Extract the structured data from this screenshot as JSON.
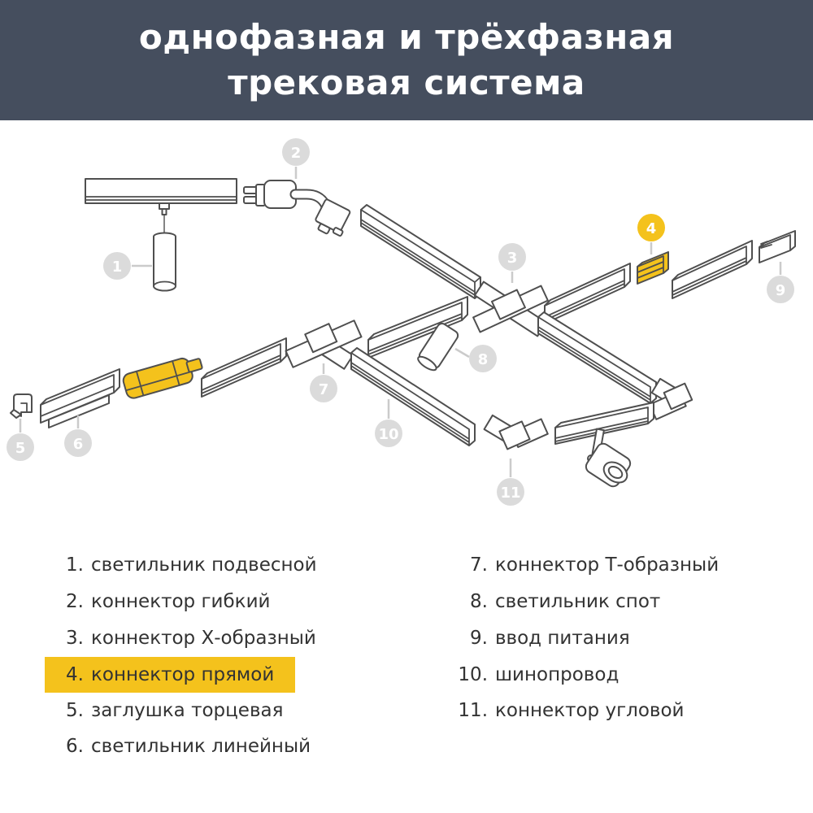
{
  "header": {
    "line1": "однофазная и трёхфазная",
    "line2": "трековая система"
  },
  "colors": {
    "header_bg": "#454E5E",
    "accent_yellow": "#F4C21C",
    "badge_gray": "#DBDBDB",
    "text": "#333333",
    "line_art": "#4F4F4F"
  },
  "badges": {
    "n1": "1",
    "n2": "2",
    "n3": "3",
    "n4": "4",
    "n5": "5",
    "n6": "6",
    "n7": "7",
    "n8": "8",
    "n9": "9",
    "n10": "10",
    "n11": "11"
  },
  "legend": {
    "left": [
      {
        "num": "1.",
        "label": "светильник подвесной",
        "highlight": false
      },
      {
        "num": "2.",
        "label": "коннектор гибкий",
        "highlight": false
      },
      {
        "num": "3.",
        "label": "коннектор Х-образный",
        "highlight": false
      },
      {
        "num": "4.",
        "label": "коннектор прямой",
        "highlight": true
      },
      {
        "num": "5.",
        "label": "заглушка торцевая",
        "highlight": false
      },
      {
        "num": "6.",
        "label": "светильник линейный",
        "highlight": false
      }
    ],
    "right": [
      {
        "num": "7.",
        "label": "коннектор Т-образный",
        "highlight": false
      },
      {
        "num": "8.",
        "label": "светильник спот",
        "highlight": false
      },
      {
        "num": "9.",
        "label": "ввод питания",
        "highlight": false
      },
      {
        "num": "10.",
        "label": "шинопровод",
        "highlight": false
      },
      {
        "num": "11.",
        "label": "коннектор угловой",
        "highlight": false
      }
    ]
  }
}
